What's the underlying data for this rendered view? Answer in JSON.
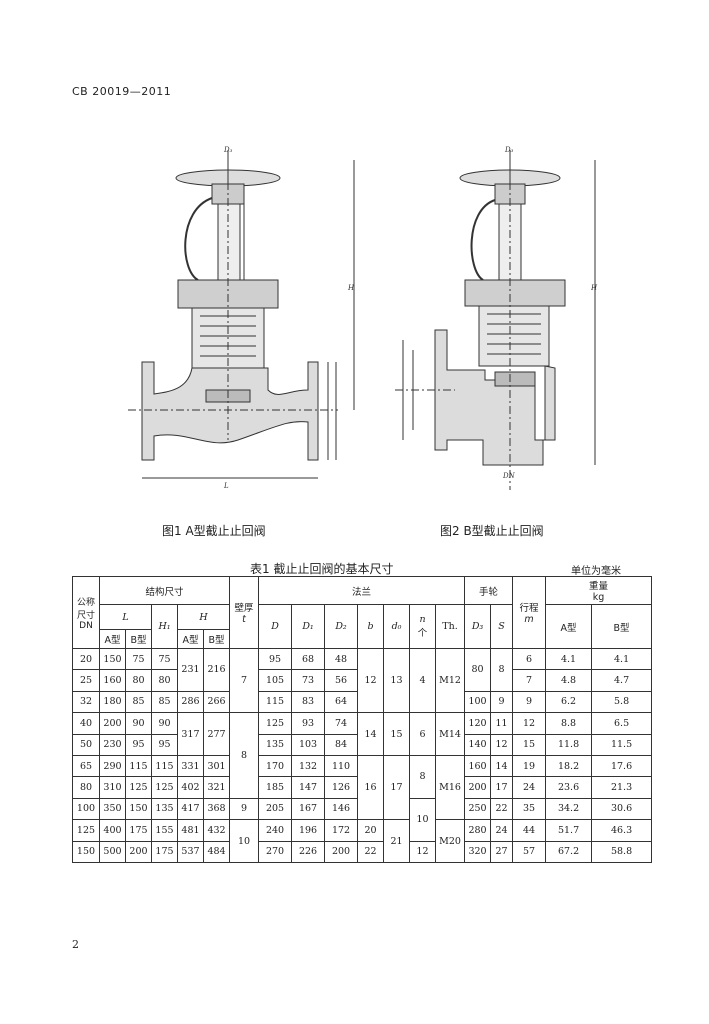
{
  "header": {
    "standard": "CB 20019—2011"
  },
  "figures": [
    {
      "caption": "图1  A型截止止回阀"
    },
    {
      "caption": "图2  B型截止止回阀"
    }
  ],
  "table": {
    "title": "表1   截止止回阀的基本尺寸",
    "unit": "单位为毫米",
    "head": {
      "dn": "公称尺寸DN",
      "struct": "结构尺寸",
      "wall": "壁厚",
      "wall_sym": "t",
      "flange": "法兰",
      "handwheel": "手轮",
      "stroke": "行程",
      "stroke_sym": "m",
      "weight": "重量",
      "weight_unit": "kg",
      "L": "L",
      "H1": "H₁",
      "H": "H",
      "typeA": "A型",
      "typeB": "B型",
      "D": "D",
      "D1": "D₁",
      "D2": "D₂",
      "b": "b",
      "d0": "d₀",
      "n_sym": "n",
      "n_unit": "个",
      "Th": "Th.",
      "D3": "D₃",
      "S": "S",
      "wA": "A型",
      "wB": "B型"
    },
    "rows": [
      {
        "dn": "20",
        "la": "150",
        "lb": "75",
        "h1": "75",
        "ha": "231",
        "hb": "216",
        "t": "7",
        "d": "95",
        "d1": "68",
        "d2": "48",
        "b": "12",
        "d0": "13",
        "n": "4",
        "th": "M12",
        "d3": "80",
        "s": "8",
        "m": "6",
        "wa": "4.1",
        "wb": "4.1"
      },
      {
        "dn": "25",
        "la": "160",
        "lb": "80",
        "h1": "80",
        "ha": "",
        "hb": "",
        "t": "",
        "d": "105",
        "d1": "73",
        "d2": "56",
        "b": "",
        "d0": "",
        "n": "",
        "th": "",
        "d3": "",
        "s": "",
        "m": "7",
        "wa": "4.8",
        "wb": "4.7"
      },
      {
        "dn": "32",
        "la": "180",
        "lb": "85",
        "h1": "85",
        "ha": "286",
        "hb": "266",
        "t": "",
        "d": "115",
        "d1": "83",
        "d2": "64",
        "b": "",
        "d0": "",
        "n": "",
        "th": "",
        "d3": "100",
        "s": "9",
        "m": "9",
        "wa": "6.2",
        "wb": "5.8"
      },
      {
        "dn": "40",
        "la": "200",
        "lb": "90",
        "h1": "90",
        "ha": "317",
        "hb": "277",
        "t": "8",
        "d": "125",
        "d1": "93",
        "d2": "74",
        "b": "14",
        "d0": "15",
        "n": "6",
        "th": "M14",
        "d3": "120",
        "s": "11",
        "m": "12",
        "wa": "8.8",
        "wb": "6.5"
      },
      {
        "dn": "50",
        "la": "230",
        "lb": "95",
        "h1": "95",
        "ha": "",
        "hb": "",
        "t": "",
        "d": "135",
        "d1": "103",
        "d2": "84",
        "b": "",
        "d0": "",
        "n": "",
        "th": "",
        "d3": "140",
        "s": "12",
        "m": "15",
        "wa": "11.8",
        "wb": "11.5"
      },
      {
        "dn": "65",
        "la": "290",
        "lb": "115",
        "h1": "115",
        "ha": "331",
        "hb": "301",
        "t": "",
        "d": "170",
        "d1": "132",
        "d2": "110",
        "b": "16",
        "d0": "17",
        "n": "8",
        "th": "M16",
        "d3": "160",
        "s": "14",
        "m": "19",
        "wa": "18.2",
        "wb": "17.6"
      },
      {
        "dn": "80",
        "la": "310",
        "lb": "125",
        "h1": "125",
        "ha": "402",
        "hb": "321",
        "t": "",
        "d": "185",
        "d1": "147",
        "d2": "126",
        "b": "",
        "d0": "",
        "n": "",
        "th": "",
        "d3": "200",
        "s": "17",
        "m": "24",
        "wa": "23.6",
        "wb": "21.3"
      },
      {
        "dn": "100",
        "la": "350",
        "lb": "150",
        "h1": "135",
        "ha": "417",
        "hb": "368",
        "t": "9",
        "d": "205",
        "d1": "167",
        "d2": "146",
        "b": "",
        "d0": "",
        "n": "10",
        "th": "",
        "d3": "250",
        "s": "22",
        "m": "35",
        "wa": "34.2",
        "wb": "30.6"
      },
      {
        "dn": "125",
        "la": "400",
        "lb": "175",
        "h1": "155",
        "ha": "481",
        "hb": "432",
        "t": "10",
        "d": "240",
        "d1": "196",
        "d2": "172",
        "b": "20",
        "d0": "21",
        "n": "",
        "th": "M20",
        "d3": "280",
        "s": "24",
        "m": "44",
        "wa": "51.7",
        "wb": "46.3"
      },
      {
        "dn": "150",
        "la": "500",
        "lb": "200",
        "h1": "175",
        "ha": "537",
        "hb": "484",
        "t": "",
        "d": "270",
        "d1": "226",
        "d2": "200",
        "b": "22",
        "d0": "",
        "n": "12",
        "th": "",
        "d3": "320",
        "s": "27",
        "m": "57",
        "wa": "67.2",
        "wb": "58.8"
      }
    ]
  },
  "page_number": "2"
}
